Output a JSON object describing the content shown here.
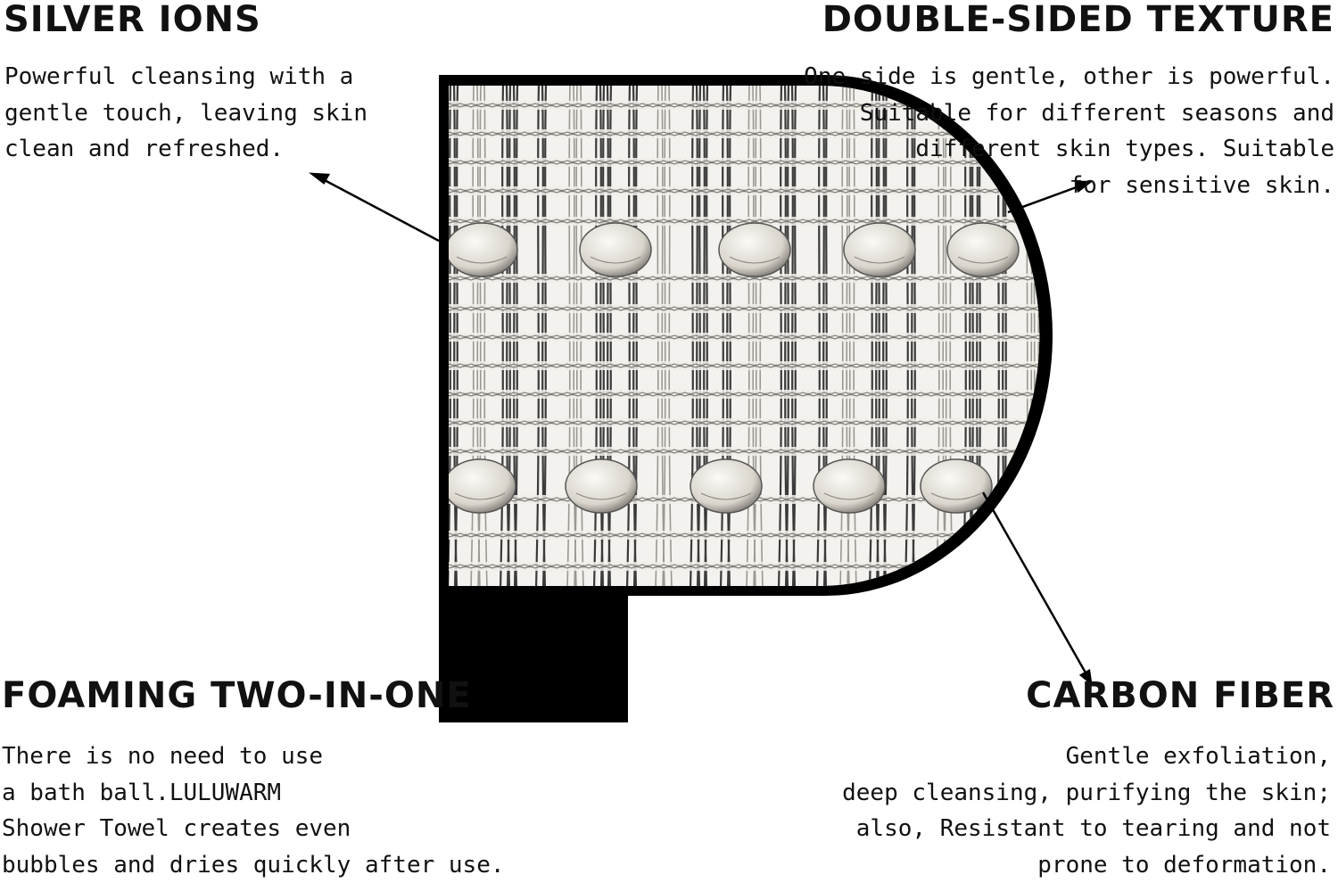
{
  "features": {
    "silver_ions": {
      "title": "SILVER IONS",
      "lines": [
        "Powerful cleansing with a",
        "gentle touch, leaving skin",
        "clean and refreshed."
      ]
    },
    "double_sided": {
      "title": "DOUBLE-SIDED TEXTURE",
      "lines": [
        "One side is gentle, other is powerful.",
        "Suitable for different seasons and",
        "different skin types. Suitable",
        "for sensitive skin."
      ]
    },
    "foaming": {
      "title": "FOAMING TWO-IN-ONE",
      "lines": [
        "There is no need to use",
        "a bath ball.LULUWARM",
        "Shower Towel creates even",
        "bubbles and dries quickly after use."
      ]
    },
    "carbon_fiber": {
      "title": "CARBON FIBER",
      "lines": [
        "Gentle exfoliation,",
        "deep cleansing, purifying the skin;",
        "also, Resistant to tearing and not",
        "prone to deformation."
      ]
    }
  },
  "graphic": {
    "letter_icon": "letter-p-mesh-icon",
    "outline_color": "#000000",
    "mesh_color": "#3a3a3a",
    "bead_color": "#e6e3dc"
  }
}
